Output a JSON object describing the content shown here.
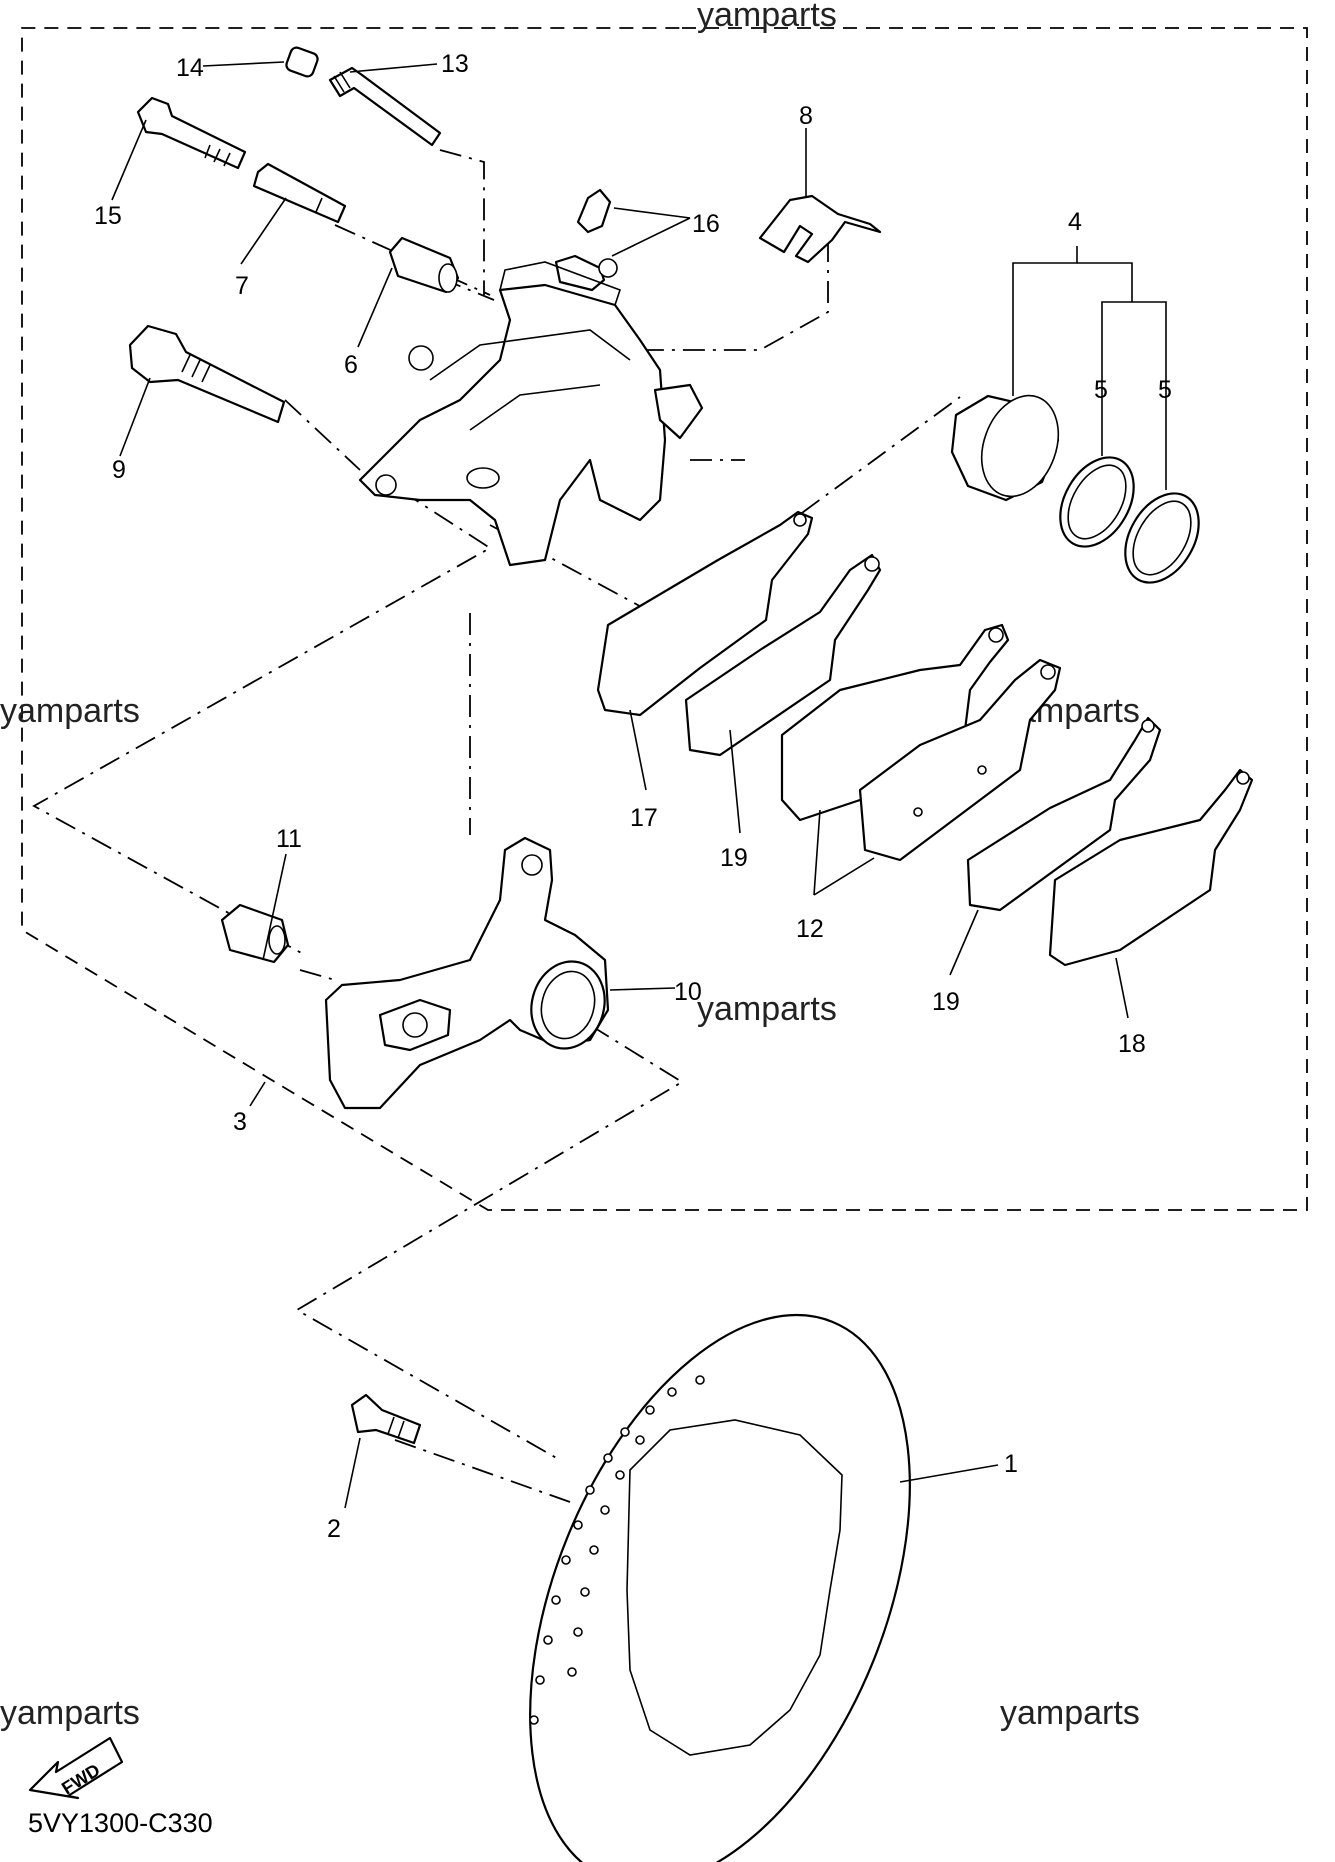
{
  "diagram_code": "5VY1300-C330",
  "watermark": "yamparts",
  "fwd_label": "FWD",
  "callouts": {
    "c1": "1",
    "c2": "2",
    "c3": "3",
    "c4": "4",
    "c5a": "5",
    "c5b": "5",
    "c6": "6",
    "c7": "7",
    "c8": "8",
    "c9": "9",
    "c10": "10",
    "c11": "11",
    "c12": "12",
    "c13": "13",
    "c14": "14",
    "c15": "15",
    "c16": "16",
    "c17": "17",
    "c18": "18",
    "c19a": "19",
    "c19b": "19"
  }
}
